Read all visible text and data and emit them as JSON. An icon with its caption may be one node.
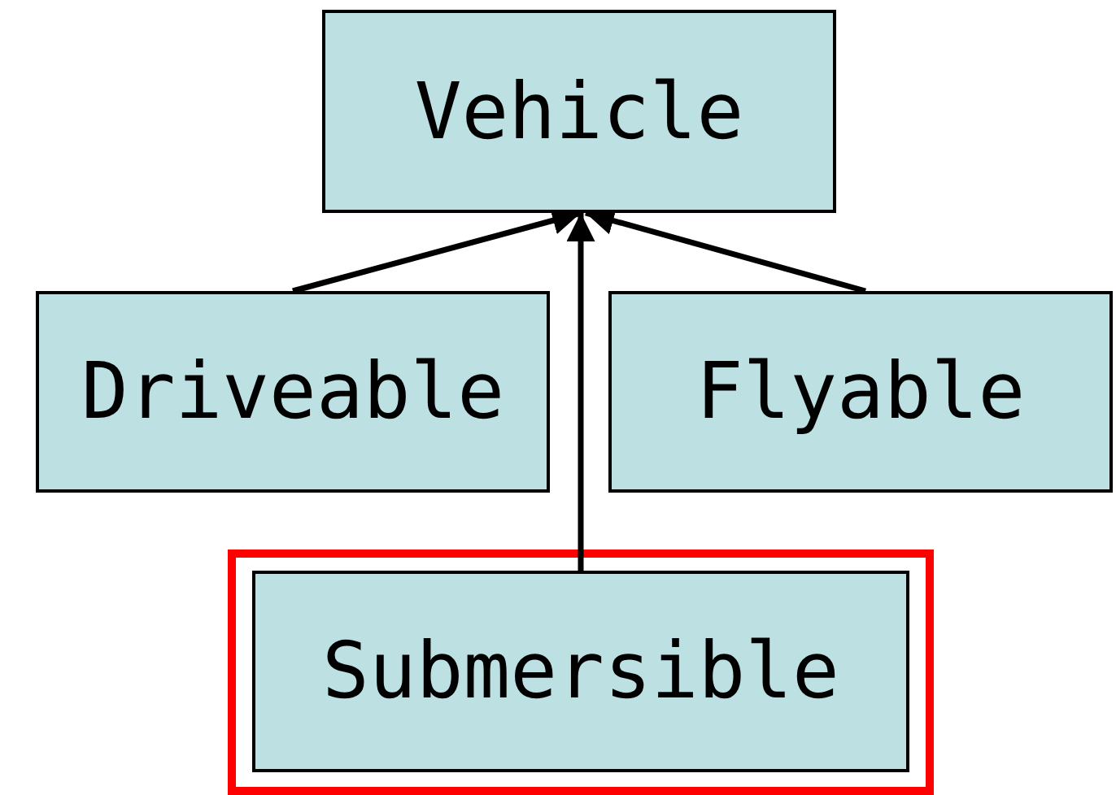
{
  "diagram": {
    "nodes": [
      {
        "text": [
          "Vehicle"
        ]
      },
      {
        "text": [
          "Driveable"
        ]
      },
      {
        "text": [
          "Flyable"
        ]
      },
      {
        "text": [
          "Submersible"
        ]
      }
    ],
    "edges": [
      {
        "from": 1,
        "to": 0,
        "arrow": "to"
      },
      {
        "from": 3,
        "to": 0,
        "arrow": "to"
      },
      {
        "from": 2,
        "to": 0,
        "arrow": "to"
      }
    ]
  }
}
